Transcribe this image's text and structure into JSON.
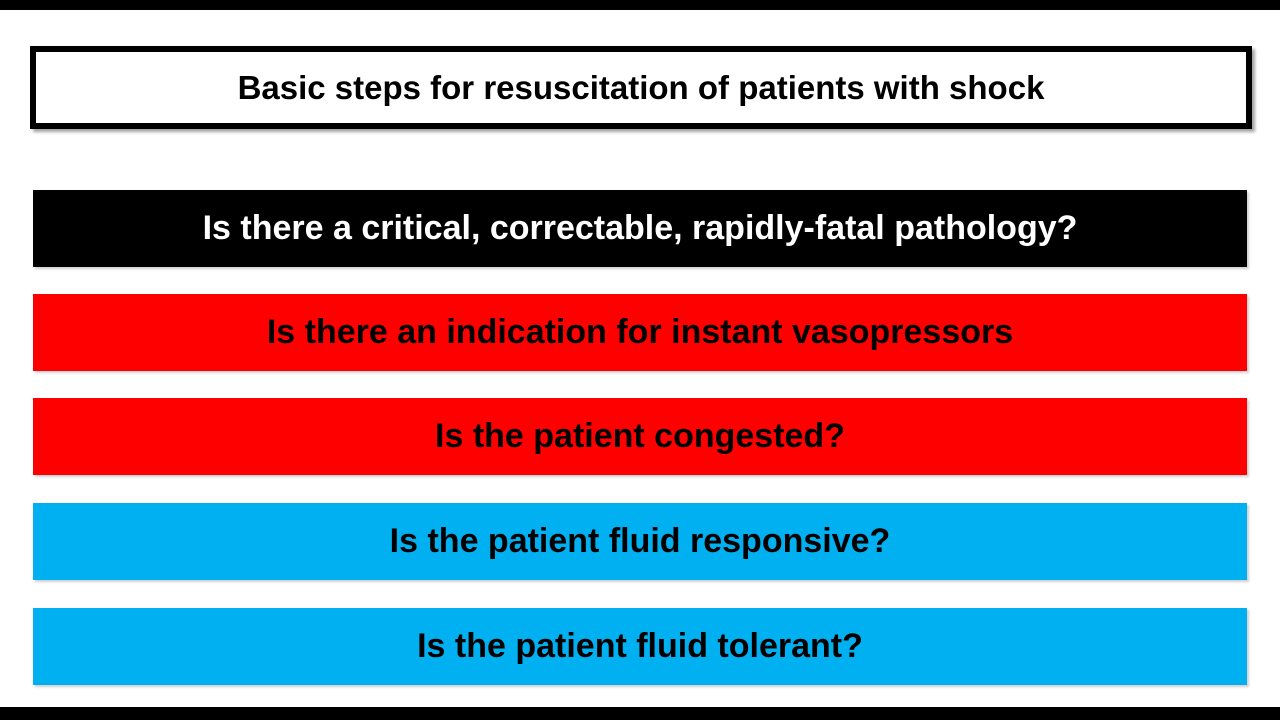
{
  "slide": {
    "title": "Basic steps for resuscitation of patients with shock",
    "steps": [
      {
        "label": "Is there a critical, correctable, rapidly-fatal pathology?",
        "bg": "#000000",
        "fg": "#ffffff"
      },
      {
        "label": "Is there an indication for instant vasopressors",
        "bg": "#fe0000",
        "fg": "#000000"
      },
      {
        "label": "Is the patient congested?",
        "bg": "#fe0000",
        "fg": "#000000"
      },
      {
        "label": "Is the patient fluid responsive?",
        "bg": "#00b0f0",
        "fg": "#000000"
      },
      {
        "label": "Is the patient fluid tolerant?",
        "bg": "#00b0f0",
        "fg": "#000000"
      }
    ],
    "colors": {
      "letterbox": "#000000",
      "background": "#ffffff",
      "step_black": "#000000",
      "step_red": "#fe0000",
      "step_blue": "#00b0f0"
    }
  }
}
